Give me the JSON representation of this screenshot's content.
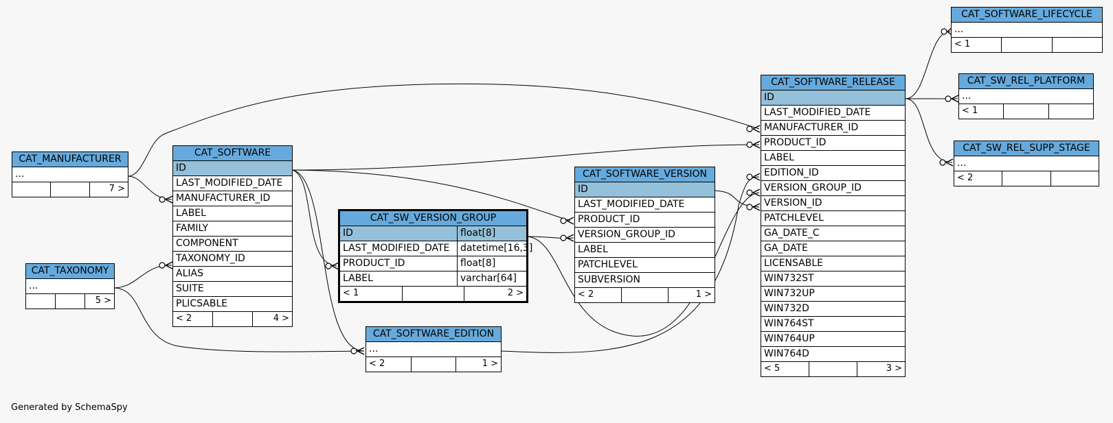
{
  "credit": "Generated by SchemaSpy",
  "tables": {
    "manufacturer": {
      "title": "CAT_MANUFACTURER",
      "rows": [
        "..."
      ],
      "foot": [
        "",
        "",
        "7 >"
      ]
    },
    "taxonomy": {
      "title": "CAT_TAXONOMY",
      "rows": [
        "..."
      ],
      "foot": [
        "",
        "",
        "5 >"
      ]
    },
    "software": {
      "title": "CAT_SOFTWARE",
      "rows": [
        "ID",
        "LAST_MODIFIED_DATE",
        "MANUFACTURER_ID",
        "LABEL",
        "FAMILY",
        "COMPONENT",
        "TAXONOMY_ID",
        "ALIAS",
        "SUITE",
        "PLICSABLE"
      ],
      "foot": [
        "< 2",
        "",
        "4 >"
      ]
    },
    "version_group": {
      "title": "CAT_SW_VERSION_GROUP",
      "rows": [
        {
          "name": "ID",
          "type": "float[8]"
        },
        {
          "name": "LAST_MODIFIED_DATE",
          "type": "datetime[16,3]"
        },
        {
          "name": "PRODUCT_ID",
          "type": "float[8]"
        },
        {
          "name": "LABEL",
          "type": "varchar[64]"
        }
      ],
      "foot": [
        "< 1",
        "",
        "2 >"
      ]
    },
    "edition": {
      "title": "CAT_SOFTWARE_EDITION",
      "rows": [
        "..."
      ],
      "foot": [
        "< 2",
        "",
        "1 >"
      ]
    },
    "version": {
      "title": "CAT_SOFTWARE_VERSION",
      "rows": [
        "ID",
        "LAST_MODIFIED_DATE",
        "PRODUCT_ID",
        "VERSION_GROUP_ID",
        "LABEL",
        "PATCHLEVEL",
        "SUBVERSION"
      ],
      "foot": [
        "< 2",
        "",
        "1 >"
      ]
    },
    "release": {
      "title": "CAT_SOFTWARE_RELEASE",
      "rows": [
        "ID",
        "LAST_MODIFIED_DATE",
        "MANUFACTURER_ID",
        "PRODUCT_ID",
        "LABEL",
        "EDITION_ID",
        "VERSION_GROUP_ID",
        "VERSION_ID",
        "PATCHLEVEL",
        "GA_DATE_C",
        "GA_DATE",
        "LICENSABLE",
        "WIN732ST",
        "WIN732UP",
        "WIN732D",
        "WIN764ST",
        "WIN764UP",
        "WIN764D"
      ],
      "foot": [
        "< 5",
        "",
        "3 >"
      ]
    },
    "lifecycle": {
      "title": "CAT_SOFTWARE_LIFECYCLE",
      "rows": [
        "..."
      ],
      "foot": [
        "< 1",
        "",
        ""
      ]
    },
    "platform": {
      "title": "CAT_SW_REL_PLATFORM",
      "rows": [
        "..."
      ],
      "foot": [
        "< 1",
        "",
        ""
      ]
    },
    "supp_stage": {
      "title": "CAT_SW_REL_SUPP_STAGE",
      "rows": [
        "..."
      ],
      "foot": [
        "< 2",
        "",
        ""
      ]
    }
  },
  "colors": {
    "header": "#66aadd",
    "key_row": "#94c0d9",
    "background": "#f7f7f7"
  }
}
